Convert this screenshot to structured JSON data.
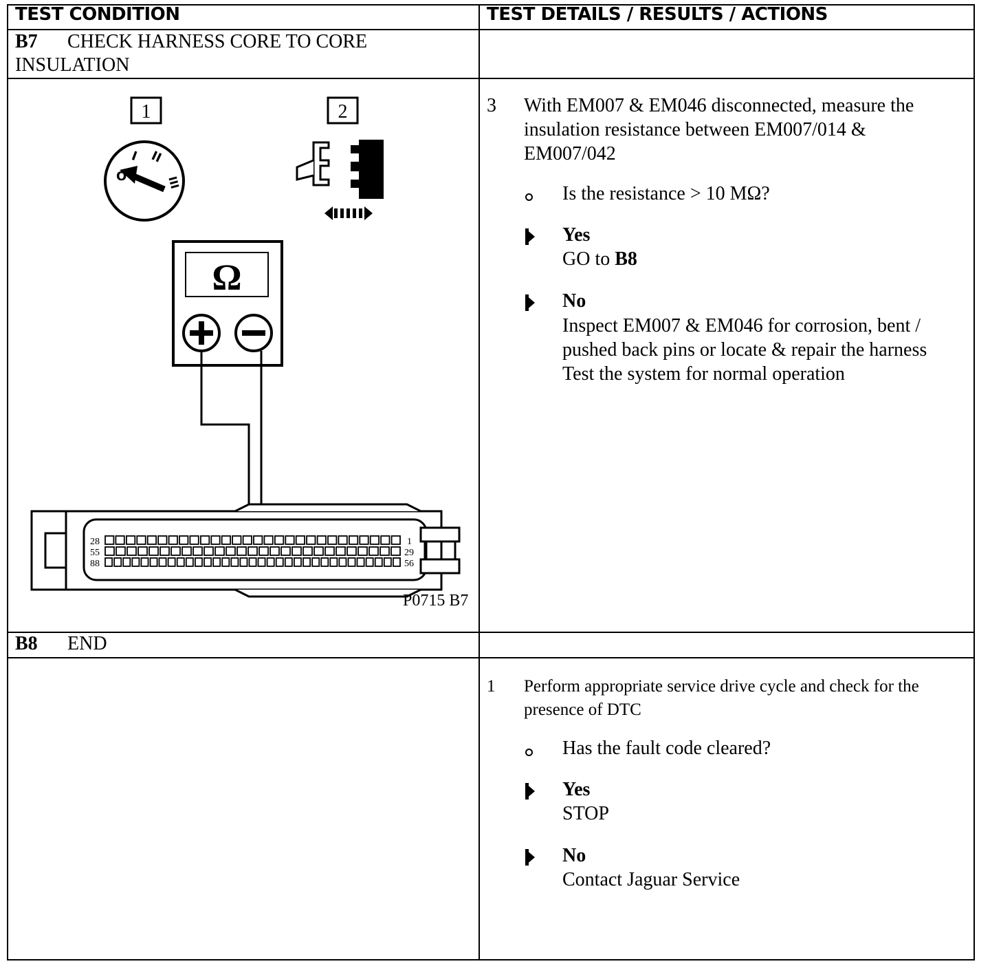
{
  "header": {
    "left": "TEST CONDITION",
    "right": "TEST DETAILS / RESULTS / ACTIONS"
  },
  "b7": {
    "code": "B7",
    "title_line1": "CHECK HARNESS CORE TO CORE",
    "title_line2": "INSULATION",
    "diagram": {
      "label_1": "1",
      "label_2": "2",
      "meter_symbol": "Ω",
      "ignition_pos_0": "O",
      "ignition_pos_1": "I",
      "ignition_pos_2": "II",
      "ignition_pos_3": "III",
      "pin_28": "28",
      "pin_55": "55",
      "pin_88": "88",
      "pin_1": "1",
      "pin_29": "29",
      "pin_56": "56",
      "reference": "P0715 B7"
    },
    "step_number": "3",
    "step_line1": "With EM007 & EM046 disconnected,  measure the",
    "step_line2": "insulation resistance between EM007/014 &",
    "step_line3": "EM007/042",
    "question": "Is the resistance > 10 MΩ?",
    "yes_label": "Yes",
    "yes_action_prefix": "GO to ",
    "yes_action_target": "B8",
    "no_label": "No",
    "no_line1": "Inspect EM007 & EM046 for corrosion, bent /",
    "no_line2": "pushed back pins or locate & repair the harness",
    "no_line3": "Test the system for normal operation"
  },
  "b8": {
    "code": "B8",
    "title": "END",
    "step_number": "1",
    "step_line1": "Perform appropriate service drive cycle and check for the",
    "step_line2": "presence of DTC",
    "question": "Has the fault code cleared?",
    "yes_label": "Yes",
    "yes_action": "STOP",
    "no_label": "No",
    "no_action": "Contact Jaguar Service"
  }
}
